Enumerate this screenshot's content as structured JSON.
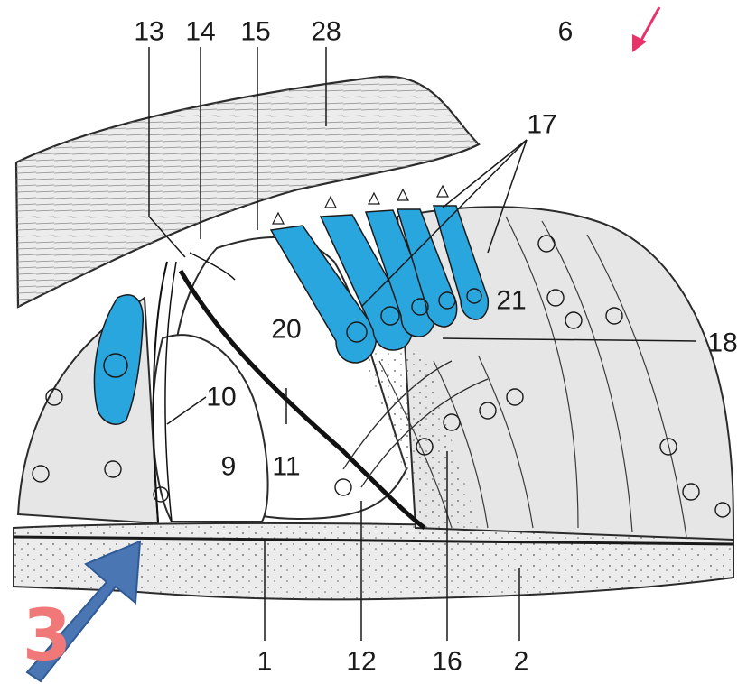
{
  "labels": {
    "top": [
      "13",
      "14",
      "15",
      "28",
      "6"
    ],
    "right": [
      "17",
      "21",
      "18"
    ],
    "inner": [
      "20",
      "10",
      "9",
      "11"
    ],
    "bottom": [
      "1",
      "12",
      "16",
      "2"
    ]
  },
  "marker": {
    "text": "3"
  },
  "colors": {
    "hair_cells": "#2aa6df",
    "tissue": "#e6e6e6",
    "membrane": "#ececec",
    "outline": "#2b2b2b",
    "arrow_blue": "#4a76b4",
    "arrow_pink": "#e8336a",
    "marker_text": "#f07878"
  }
}
